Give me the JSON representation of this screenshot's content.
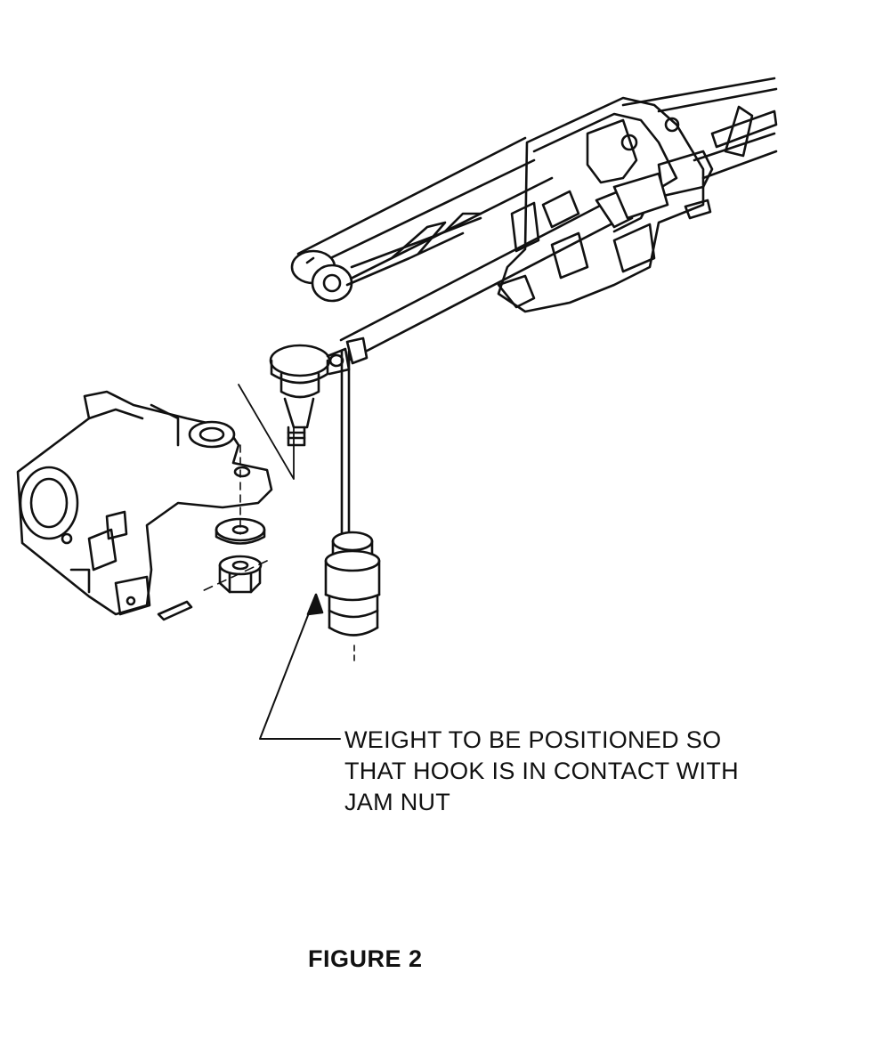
{
  "callout": {
    "lines": [
      "WEIGHT TO BE POSITIONED SO",
      "THAT HOOK IS IN CONTACT WITH",
      "JAM NUT"
    ]
  },
  "figure": {
    "label": "FIGURE  2"
  },
  "colors": {
    "ink": "#111111",
    "paper": "#ffffff"
  }
}
